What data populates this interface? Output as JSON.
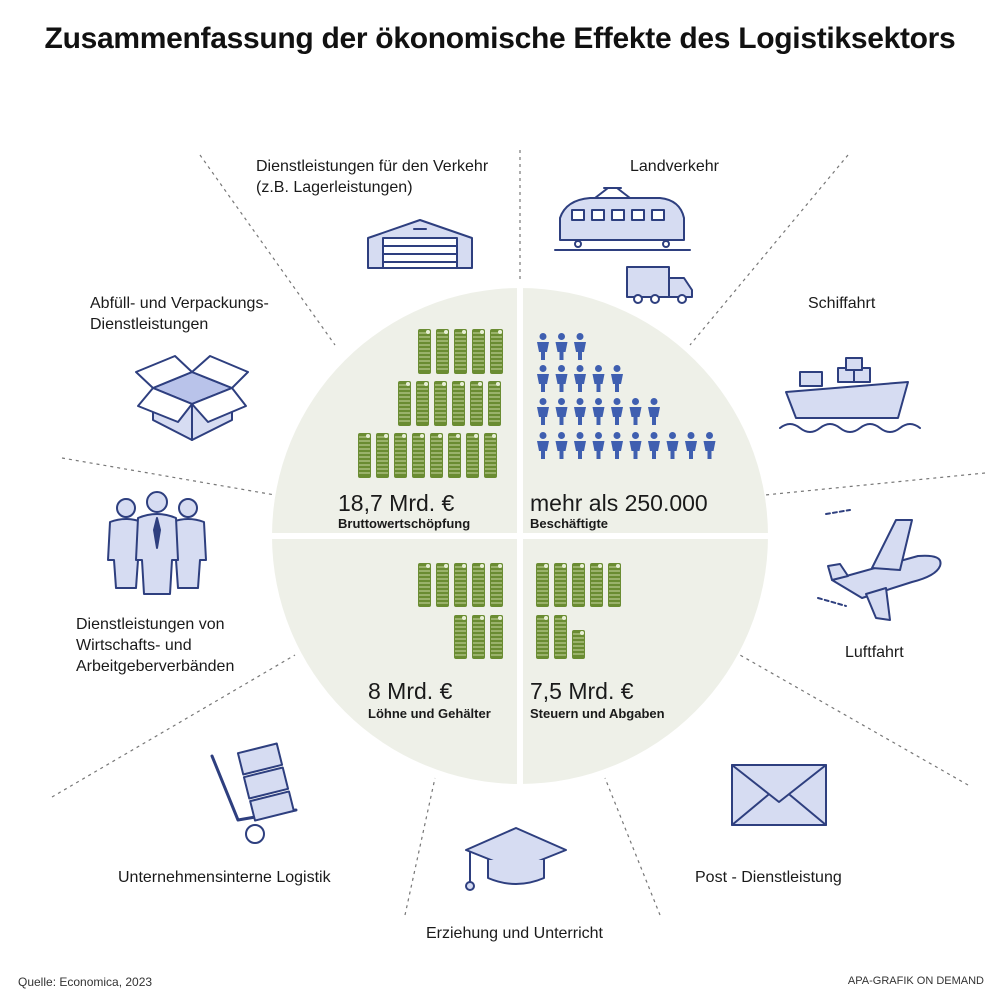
{
  "title": "Zusammenfassung der ökonomische Effekte des Logistiksektors",
  "center": {
    "q1": {
      "value": "18,7 Mrd. €",
      "label": "Bruttowertschöpfung"
    },
    "q2": {
      "value": "mehr als 250.000",
      "label": "Beschäftigte"
    },
    "q3": {
      "value": "8 Mrd. €",
      "label": "Löhne und Gehälter"
    },
    "q4": {
      "value": "7,5 Mrd. €",
      "label": "Steuern und Abgaben"
    }
  },
  "sectors": {
    "services_traffic": [
      "Dienstleistungen für den Verkehr",
      "(z.B. Lagerleistungen)"
    ],
    "land": "Landverkehr",
    "ship": "Schiffahrt",
    "air": "Luftfahrt",
    "post": "Post - Dienstleistung",
    "education": "Erziehung und Unterricht",
    "internal": "Unternehmensinterne Logistik",
    "associations": [
      "Dienstleistungen von",
      "Wirtschafts- und",
      "Arbeitgeberverbänden"
    ],
    "packaging": [
      "Abfüll- und Verpackungs-",
      "Dienstleistungen"
    ]
  },
  "source": "Quelle: Economica, 2023",
  "credit": "APA-GRAFIK ON DEMAND",
  "colors": {
    "money": "#6a8c32",
    "people": "#3f5fb0",
    "icon_stroke": "#2e3f7f",
    "icon_fill": "#d6dcf2",
    "circle": "#eef0e8"
  }
}
